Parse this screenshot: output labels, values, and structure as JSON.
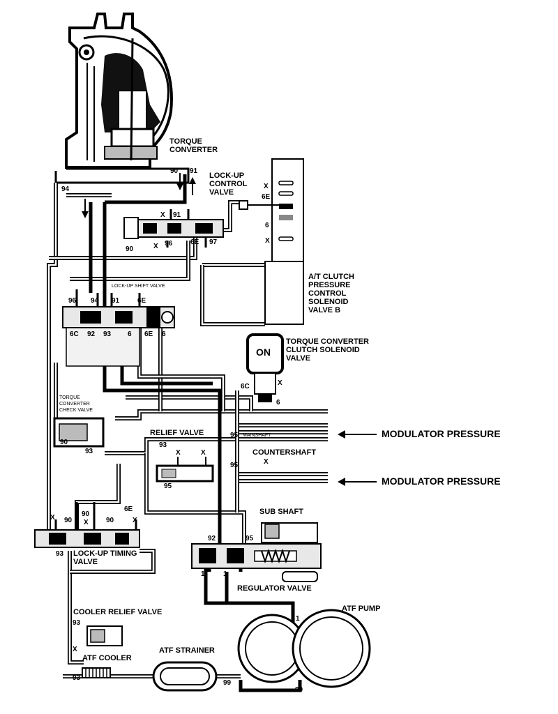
{
  "labels": {
    "torque_converter": [
      "TORQUE",
      "CONVERTER"
    ],
    "lockup_control_valve": [
      "LOCK-UP",
      "CONTROL",
      "VALVE"
    ],
    "at_clutch_solenoid": [
      "A/T CLUTCH",
      "PRESSURE",
      "CONTROL",
      "SOLENOID",
      "VALVE B"
    ],
    "lockup_shift_valve": "LOCK-UP SHIFT VALVE",
    "tcc_solenoid": [
      "TORQUE CONVERTER",
      "CLUTCH SOLENOID",
      "VALVE"
    ],
    "solenoid_state": "ON",
    "tc_check_valve": [
      "TORQUE",
      "CONVERTER",
      "CHECK VALVE"
    ],
    "relief_valve": "RELIEF VALVE",
    "mainshaft": "MAINSHAFT",
    "countershaft": "COUNTERSHAFT",
    "modulator_pressure": "MODULATOR PRESSURE",
    "sub_shaft": "SUB SHAFT",
    "lockup_timing_valve": [
      "LOCK-UP TIMING",
      "VALVE"
    ],
    "regulator_valve": "REGULATOR VALVE",
    "atf_pump": "ATF PUMP",
    "cooler_relief_valve": "COOLER RELIEF VALVE",
    "atf_cooler": "ATF COOLER",
    "atf_strainer": "ATF STRAINER"
  },
  "port_numbers": {
    "p90": "90",
    "p91": "91",
    "p94": "94",
    "p96": "96",
    "p97": "97",
    "p6E": "6E",
    "p6": "6",
    "p6C": "6C",
    "p92": "92",
    "p93": "93",
    "p95": "95",
    "p1": "1",
    "p99": "99",
    "x": "X"
  },
  "colors": {
    "ink": "#000000",
    "paper": "#ffffff",
    "valve_fill": "#e8e8e8"
  }
}
